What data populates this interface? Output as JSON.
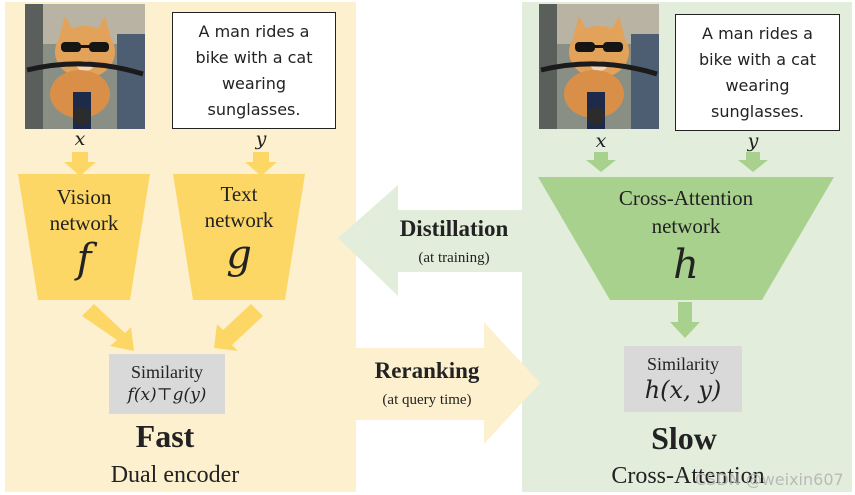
{
  "dual": {
    "input_x": "x",
    "input_y": "y",
    "caption": [
      "A man rides a",
      "bike with a cat",
      "wearing",
      "sunglasses."
    ],
    "vision_label": [
      "Vision",
      "network"
    ],
    "vision_symbol": "f",
    "text_label": [
      "Text",
      "network"
    ],
    "text_symbol": "g",
    "similarity_label": "Similarity",
    "similarity_formula": "f(x)⊤g(y)",
    "speed": "Fast",
    "model_name": "Dual encoder"
  },
  "cross": {
    "input_x": "x",
    "input_y": "y",
    "caption": [
      "A man rides a",
      "bike with a cat",
      "wearing",
      "sunglasses."
    ],
    "network_label": [
      "Cross-Attention",
      "network"
    ],
    "network_symbol": "h",
    "similarity_label": "Similarity",
    "similarity_formula": "h(x, y)",
    "speed": "Slow",
    "model_name": "Cross-Attention"
  },
  "distillation": {
    "label": "Distillation",
    "note": "(at training)"
  },
  "reranking": {
    "label": "Reranking",
    "note": "(at query time)"
  },
  "watermark": "CSDN @weixin607",
  "colors": {
    "yellow_panel": "#fdf0cf",
    "green_panel": "#e2eedb",
    "yellow_block": "#fdd766",
    "green_block": "#a9d18e",
    "similarity_box": "#d9d9d9"
  }
}
